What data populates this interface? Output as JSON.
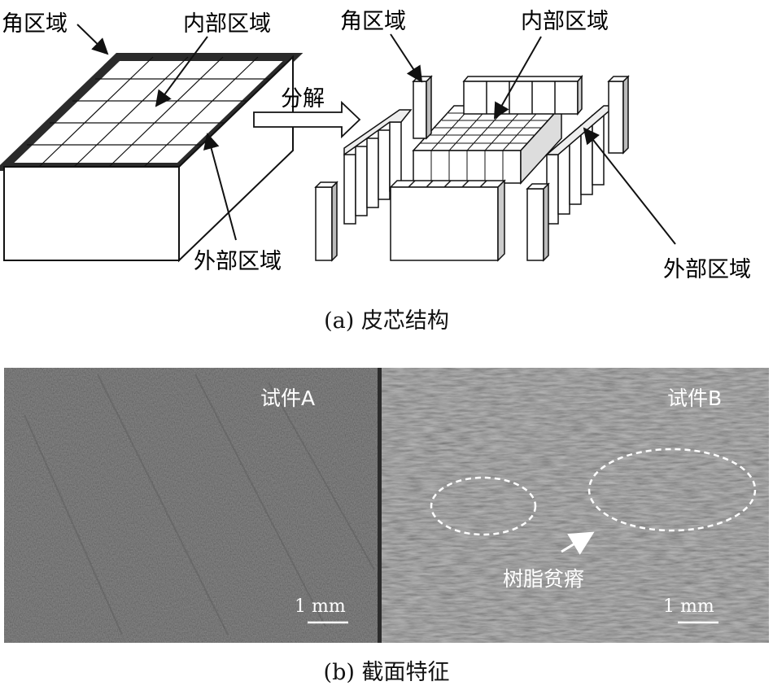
{
  "panel_a": {
    "labels": {
      "corner_left": "角区域",
      "interior_left": "内部区域",
      "exterior_left": "外部区域",
      "decompose": "分解",
      "corner_right": "角区域",
      "interior_right": "内部区域",
      "exterior_right": "外部区域"
    },
    "caption": "(a) 皮芯结构"
  },
  "panel_b": {
    "specimen_a": {
      "title": "试件A",
      "scale": "1 mm"
    },
    "specimen_b": {
      "title": "试件B",
      "scale": "1 mm",
      "annotation": "树脂贫瘠"
    },
    "caption": "(b) 截面特征"
  },
  "colors": {
    "border_dark": "#2b2b2b",
    "micrograph_a": "#4a4a4a",
    "micrograph_b": "#707070"
  }
}
